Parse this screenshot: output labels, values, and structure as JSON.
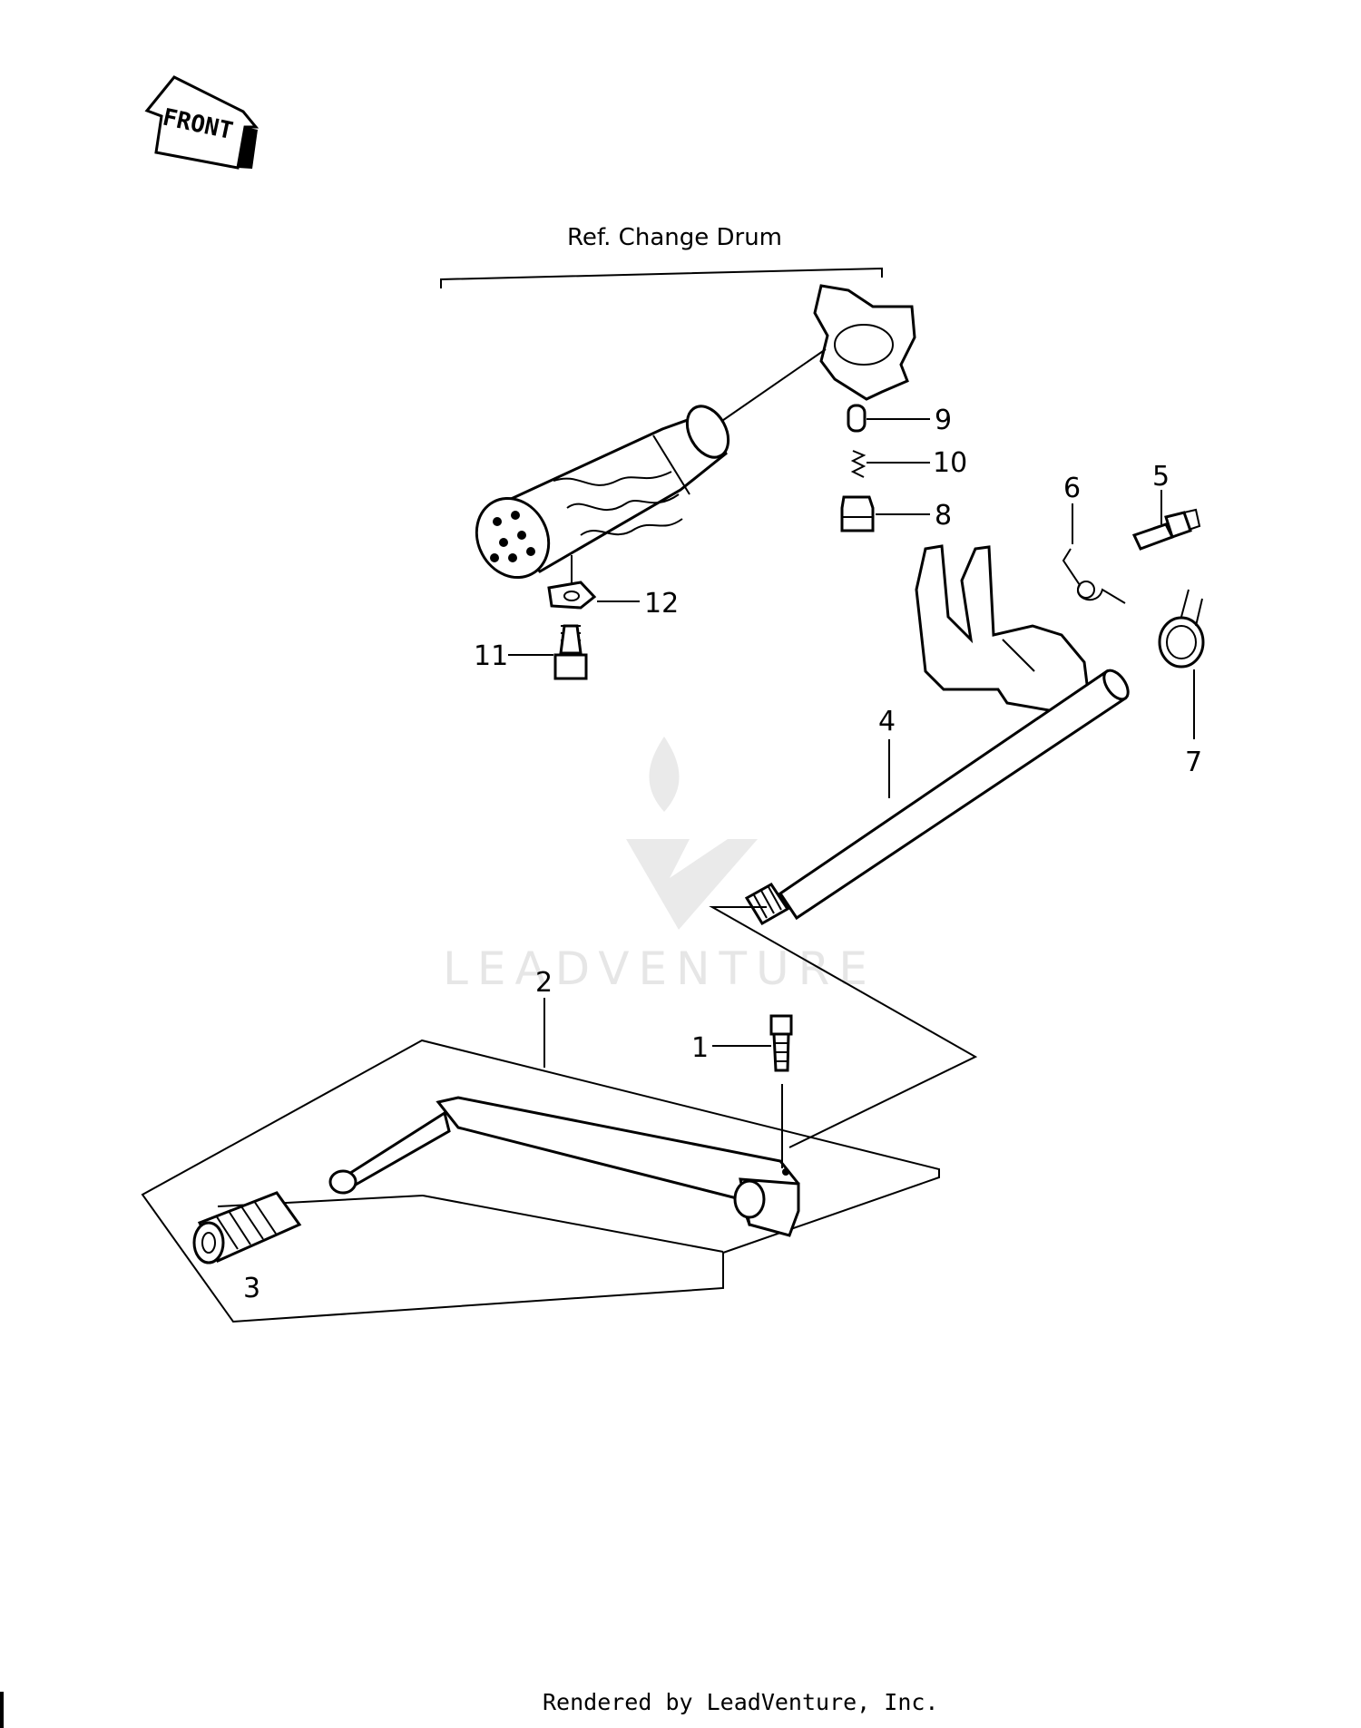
{
  "front_label": "FRONT",
  "reference_label": "Ref. Change Drum",
  "callouts": {
    "c1": "1",
    "c2": "2",
    "c3": "3",
    "c4": "4",
    "c5": "5",
    "c6": "6",
    "c7": "7",
    "c8": "8",
    "c9": "9",
    "c10": "10",
    "c11": "11",
    "c12": "12"
  },
  "watermark": "LEADVENTURE",
  "footer": "Rendered by LeadVenture, Inc."
}
